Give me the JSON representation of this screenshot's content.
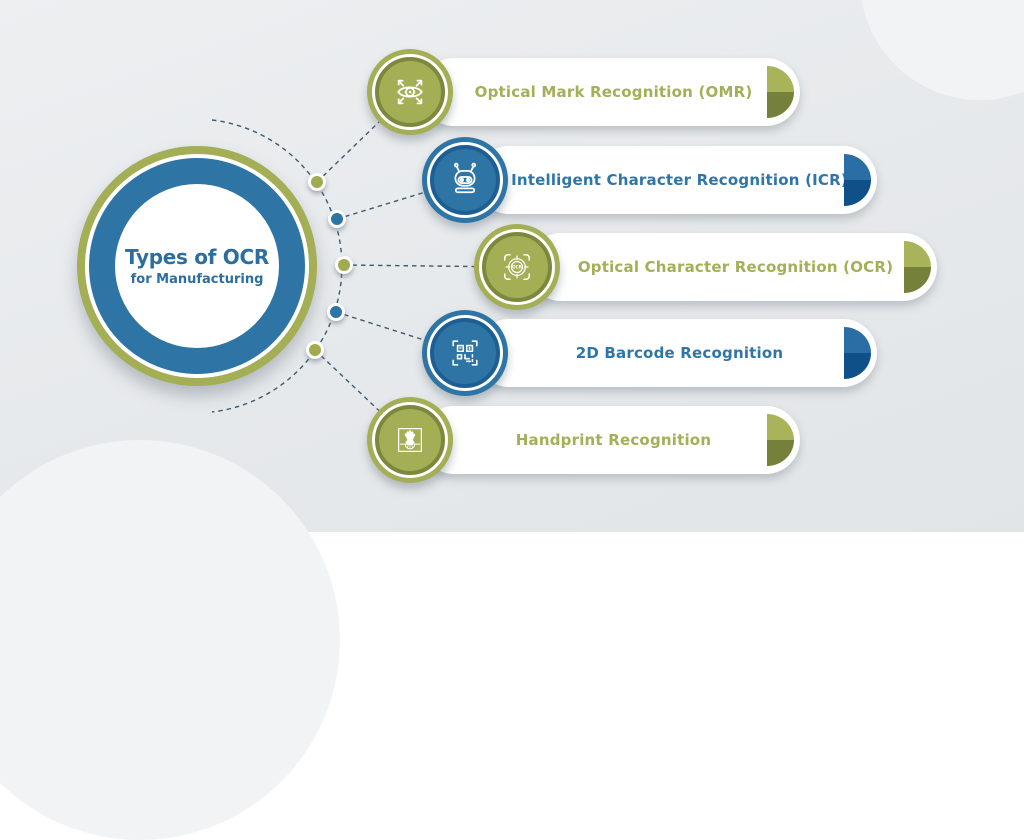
{
  "center": {
    "title": "Types of OCR",
    "subtitle": "for Manufacturing"
  },
  "items": [
    {
      "label": "Optical Mark Recognition (OMR)",
      "palette": "olive",
      "icon": "eye-scan-icon"
    },
    {
      "label": "Intelligent Character Recognition (ICR)",
      "palette": "blue",
      "icon": "robot-icon"
    },
    {
      "label": "Optical Character Recognition (OCR)",
      "palette": "olive",
      "icon": "ocr-target-icon"
    },
    {
      "label": "2D Barcode Recognition",
      "palette": "blue",
      "icon": "qr-code-icon"
    },
    {
      "label": "Handprint Recognition",
      "palette": "olive",
      "icon": "handprint-icon"
    }
  ],
  "icons": {
    "ocr_badge_text": "OCR"
  },
  "colors": {
    "olive": "#a4ae55",
    "olive_dark": "#75803a",
    "blue": "#2e74a5",
    "blue_dark": "#10508a",
    "title_blue": "#2c6e9d",
    "connector": "#3c5a6d",
    "background": "#e8ebee",
    "pill": "#ffffff"
  }
}
